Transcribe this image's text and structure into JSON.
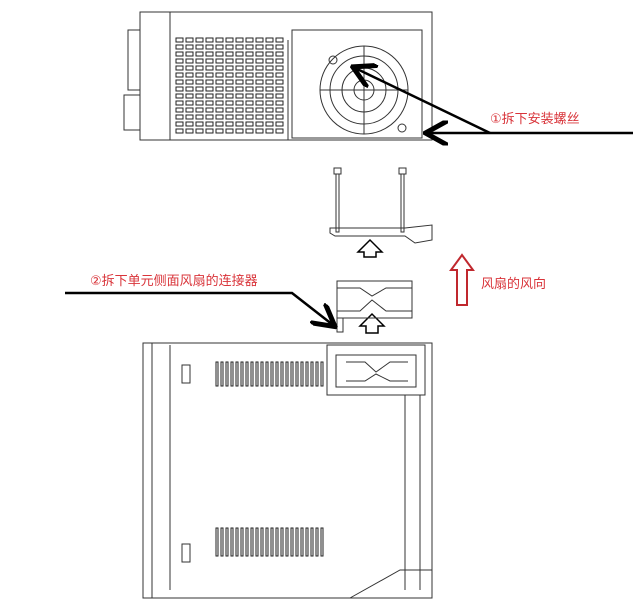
{
  "labels": {
    "step1": "①拆下安装螺丝",
    "step2": "②拆下单元侧面风扇的连接器",
    "airflow": "风扇的风向"
  },
  "colors": {
    "annotation": "#d9343a",
    "line": "#000000",
    "drawing": "#333333"
  }
}
